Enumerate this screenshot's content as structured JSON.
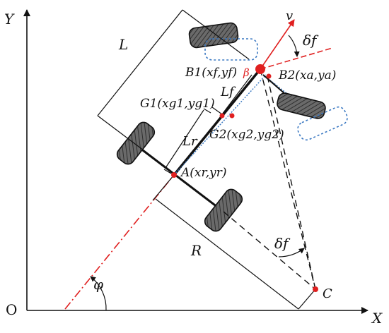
{
  "labels": {
    "axis_y": "Y",
    "axis_x": "X",
    "origin": "O",
    "length_L": "L",
    "length_Lf": "Lf",
    "length_Lr": "Lr",
    "radius_R": "R",
    "point_B1": "B1(xf,yf)",
    "point_B2": "B2(xa,ya)",
    "point_G1": "G1(xg1,yg1)",
    "point_G2": "G2(xg2,yg2)",
    "point_A": "A(xr,yr)",
    "point_C": "C",
    "velocity_v": "v",
    "slip_beta": "β",
    "steer_delta_top": "δf",
    "steer_delta_bottom": "δf",
    "heading_phi": "φ"
  },
  "colors": {
    "line": "#111111",
    "accent_red": "#e02020",
    "dotted_blue": "#3a78c2",
    "wheel_fill": "#555555"
  }
}
